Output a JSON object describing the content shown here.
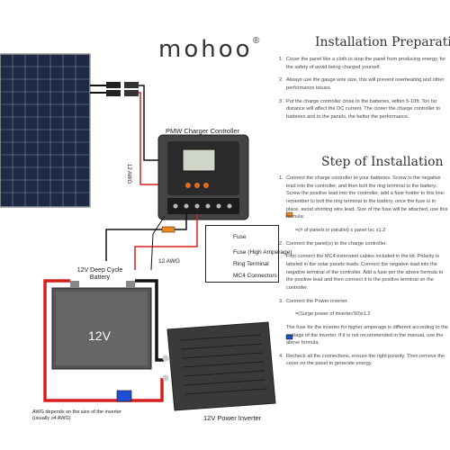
{
  "brand": {
    "name": "mohoo",
    "mark": "®"
  },
  "preparation": {
    "title": "Installation Preparation",
    "items": [
      {
        "num": "1.",
        "text": "Cover the panel like a cloth to stop the panel from producing energy, for the safety of avoid being charged yourself."
      },
      {
        "num": "2.",
        "text": "Always use the gauge wire size, this will prevent overheating and other performance issues."
      },
      {
        "num": "3.",
        "text": "Put the charge controller close to the batteries, within 5-10ft. Too far distance will affect the DC current. The closer the charge controller to batteries and to the panels, the better the performance."
      }
    ]
  },
  "install": {
    "title": "Step of Installation",
    "items": [
      {
        "num": "1.",
        "text": "Connect the charge controller to your batteries. Screw in the negative lead into the controller, and then bolt the ring terminal to the battery. Screw the positive lead into the controller, add a fuse holder to this line; remember to bolt the ring terminal to the battery, once the fuse is in place, avoid shorting wire lead. Size of the fuse will be attached, use this formula:"
      },
      {
        "num": "",
        "text": "=(# of panels in parallel) x panel Isc x1.2"
      },
      {
        "num": "2.",
        "text": "Connect the panel(s) to the charge controller."
      },
      {
        "num": "",
        "text": "First connect the MC4 extension cables included in the kit. Polarity is labeled in the solar panels leads. Connect the negative lead into the negative terminal of the controller. Add a fuse per the above formula to the positive lead and then connect it to the positive terminal on the controller."
      },
      {
        "num": "3.",
        "text": "Connect the Power inverter."
      },
      {
        "num": "",
        "text": "=(Surge power of inverter/10)x1.2"
      },
      {
        "num": "",
        "text": "The fuse for the inverter for higher amperage is different according to the wattage of the inverter. If it is not recommended in the manual, use the above formula."
      },
      {
        "num": "4.",
        "text": "Recheck all the connections, ensure the right polarity. Then remove the cover on the panel to generate energy."
      }
    ]
  },
  "diagram": {
    "controller_label": "PMW Charger Controller",
    "awg_vertical": "12 AWG",
    "awg_horizontal": "12 AWG",
    "battery_label": "12V Deep Cycle Battery",
    "battery_face": "12V",
    "inverter_label": "12V Power Inverter",
    "awg_note": "AWG depends on the size of the inverter (usually ≥4 AWG)",
    "legend": {
      "fuse": "Fuse",
      "fuse_high": "Fuse (High Amperage)",
      "ring": "Ring Terminal",
      "mc4": "MC4 Connectors"
    },
    "colors": {
      "positive": "#d81e1e",
      "negative": "#111111",
      "fuse": "#f08a1c",
      "fuse_high": "#1f4fd6"
    }
  }
}
